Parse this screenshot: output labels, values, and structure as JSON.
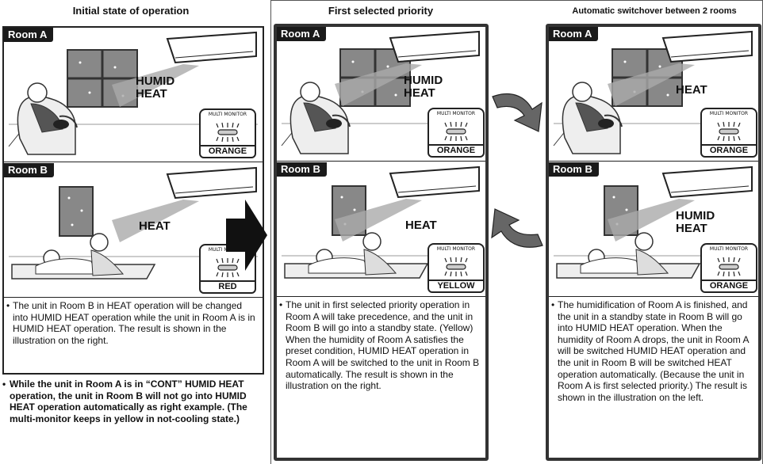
{
  "headings": {
    "initial": "Initial state of operation",
    "first": "First selected priority",
    "auto": "Automatic switchover between 2 rooms"
  },
  "monitor_title": "MULTI MONITOR",
  "panels": {
    "initial": {
      "room_a": {
        "label": "Room A",
        "mode": "HUMID HEAT",
        "color": "ORANGE"
      },
      "room_b": {
        "label": "Room B",
        "mode": "HEAT",
        "color": "RED"
      },
      "description": "The unit in Room B in HEAT operation will be changed into HUMID HEAT operation while the unit in Room A is in HUMID HEAT operation. The result is shown in the illustration on the right."
    },
    "first": {
      "room_a": {
        "label": "Room A",
        "mode": "HUMID HEAT",
        "color": "ORANGE"
      },
      "room_b": {
        "label": "Room B",
        "mode": "HEAT",
        "color": "YELLOW"
      },
      "description": "The unit in first selected priority operation in Room A will take precedence, and the unit in Room B will go into a standby state. (Yellow) When the humidity of Room A satisfies the preset condition, HUMID HEAT operation in Room A will be switched to the unit in Room B automatically. The result is shown in the illustration on the right."
    },
    "auto": {
      "room_a": {
        "label": "Room A",
        "mode": "HEAT",
        "color": "ORANGE"
      },
      "room_b": {
        "label": "Room B",
        "mode": "HUMID HEAT",
        "color": "ORANGE"
      },
      "description": "The humidification of Room A is finished, and the unit in a standby state in Room B will go into HUMID HEAT operation. When the humidity of Room A drops, the unit in Room A will be switched HUMID HEAT operation and the unit in Room B will be switched HEAT operation automatically. (Because the unit in Room A is first selected priority.) The result is shown in the illustration on the left."
    }
  },
  "note": "While the unit in Room A is in “CONT” HUMID HEAT operation, the unit in Room B will not go into HUMID HEAT operation automatically as right example. (The multi-monitor keeps in yellow in not-cooling state.)",
  "bullet": "•"
}
